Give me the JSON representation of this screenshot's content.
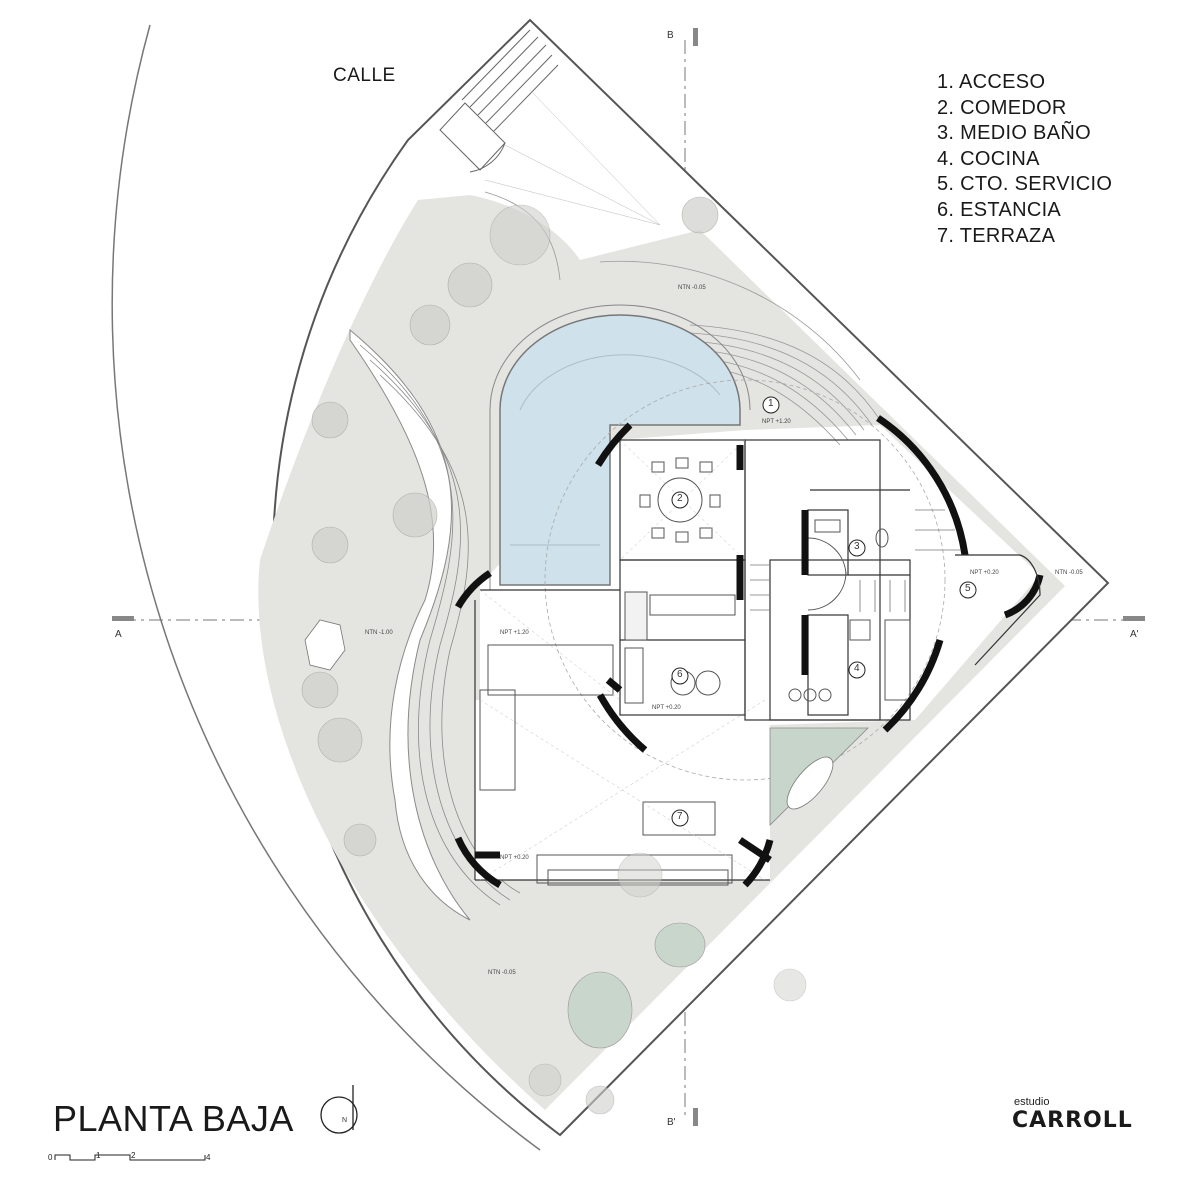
{
  "title": "PLANTA BAJA",
  "street": "CALLE",
  "legend": [
    "1. ACCESO",
    "2. COMEDOR",
    "3. MEDIO BAÑO",
    "4. COCINA",
    "5. CTO. SERVICIO",
    "6. ESTANCIA",
    "7. TERRAZA"
  ],
  "room_markers": [
    "1",
    "2",
    "3",
    "4",
    "5",
    "6",
    "7"
  ],
  "levels": {
    "ntn_top": "NTN -0.05",
    "ntn_left": "NTN -1.00",
    "ntn_bottom": "NTN -0.05",
    "ntn_right": "NTN -0.05",
    "npt_access": "NPT +1.20",
    "npt_pool": "NPT +1.20",
    "npt_living": "NPT +0.20",
    "npt_terrace": "NPT +0.20",
    "npt_service": "NPT +0.20"
  },
  "section_marks": {
    "a": "A",
    "a_prime": "A'",
    "b": "B",
    "b_prime": "B'"
  },
  "north_arrow_label": "N",
  "scale_bar": [
    "0",
    "1",
    "2",
    "4"
  ],
  "brand": {
    "small": "estudio",
    "name": "CARROLL"
  },
  "colors": {
    "garden": "#e3e3e0",
    "pool": "#cfe0ea",
    "green_pad": "#c9d6cb",
    "wall": "#111111",
    "line": "#555555"
  }
}
